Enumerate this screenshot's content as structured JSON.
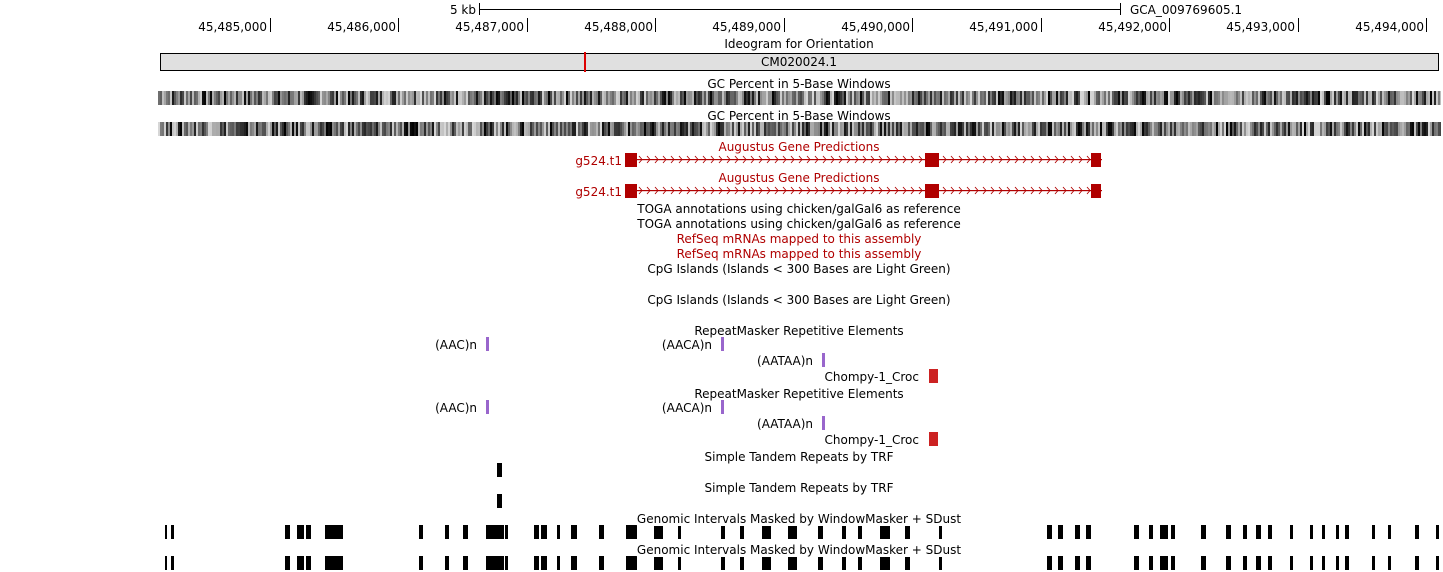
{
  "ruler": {
    "scale_label": "5 kb",
    "assembly": "GCA_009769605.1",
    "ticks": [
      "45,485,000",
      "45,486,000",
      "45,487,000",
      "45,488,000",
      "45,489,000",
      "45,490,000",
      "45,491,000",
      "45,492,000",
      "45,493,000",
      "45,494,000"
    ]
  },
  "ideogram": {
    "title": "Ideogram for Orientation",
    "chrom": "CM020024.1"
  },
  "gc": {
    "title1": "GC Percent in 5-Base Windows",
    "title2": "GC Percent in 5-Base Windows"
  },
  "augustus": {
    "title1": "Augustus Gene Predictions",
    "title2": "Augustus Gene Predictions",
    "gene1": "g524.t1",
    "gene2": "g524.t1"
  },
  "toga": {
    "title1": "TOGA annotations using chicken/galGal6 as reference",
    "title2": "TOGA annotations using chicken/galGal6 as reference"
  },
  "refseq": {
    "title1": "RefSeq mRNAs mapped to this assembly",
    "title2": "RefSeq mRNAs mapped to this assembly"
  },
  "cpg": {
    "title1": "CpG Islands (Islands < 300 Bases are Light Green)",
    "title2": "CpG Islands (Islands < 300 Bases are Light Green)"
  },
  "repeatmasker": {
    "title1": "RepeatMasker Repetitive Elements",
    "title2": "RepeatMasker Repetitive Elements",
    "set1": [
      "(AAC)n",
      "(AACA)n",
      "(AATAA)n",
      "Chompy-1_Croc"
    ],
    "set2": [
      "(AAC)n",
      "(AACA)n",
      "(AATAA)n",
      "Chompy-1_Croc"
    ]
  },
  "trf": {
    "title1": "Simple Tandem Repeats by TRF",
    "title2": "Simple Tandem Repeats by TRF"
  },
  "windowmasker": {
    "title1": "Genomic Intervals Masked by WindowMasker + SDust",
    "title2": "Genomic Intervals Masked by WindowMasker + SDust"
  },
  "colors": {
    "gene": "#b00000",
    "repeat_simple": "#9966cc",
    "repeat_other": "#cc2222",
    "ideogram_fill": "#e0e0e0",
    "ideogram_marker": "#dd0000"
  }
}
